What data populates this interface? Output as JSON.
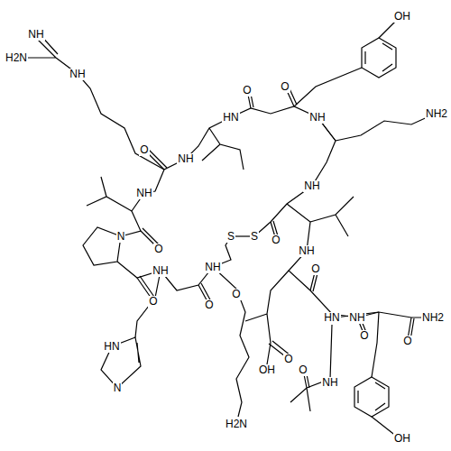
{
  "diagram": {
    "labels": [
      "OH",
      "NH",
      "H2N",
      "NH",
      "NH2",
      "O",
      "NH",
      "HN",
      "O",
      "NH",
      "O",
      "NH",
      "N",
      "O",
      "S",
      "S",
      "O",
      "NH",
      "O",
      "NH",
      "O",
      "NH",
      "O",
      "NH",
      "O",
      "HN",
      "O",
      "OH",
      "NH",
      "O",
      "NH2",
      "O",
      "NH",
      "O",
      "HN",
      "N",
      "H2N",
      "OH"
    ]
  }
}
